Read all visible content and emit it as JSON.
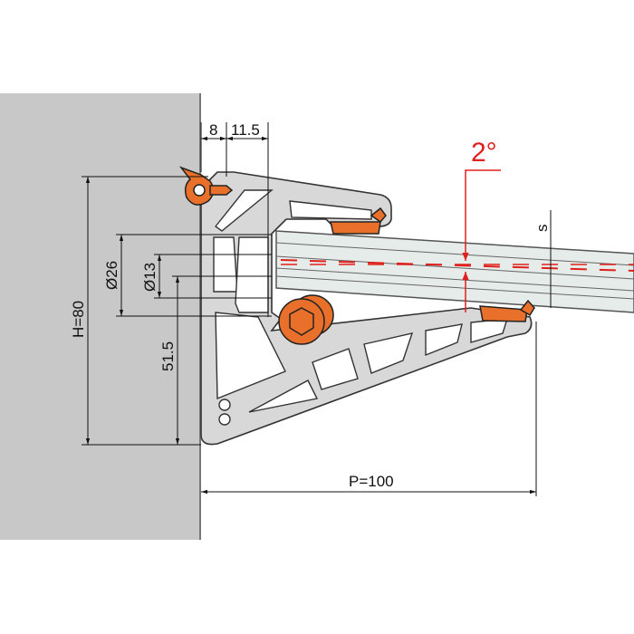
{
  "drawing": {
    "dimensions": {
      "width_8": "8",
      "width_11_5": "11.5",
      "height": "H=80",
      "diameter_26": "Ø26",
      "diameter_13": "Ø13",
      "axis_height": "51.5",
      "projection": "P=100",
      "thickness": "s",
      "angle": "2°"
    },
    "colors": {
      "wall": "#c8c8c8",
      "profile": "#d8d8d8",
      "clip": "#e8702a",
      "tube": "#e6ece9",
      "angle": "#e0201c"
    }
  }
}
